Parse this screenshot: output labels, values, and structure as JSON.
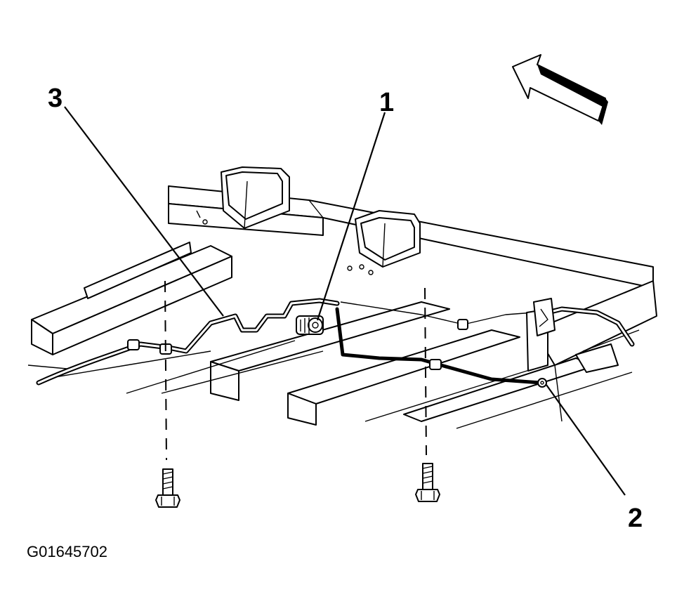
{
  "figure_id": "G01645702",
  "callouts": [
    {
      "label": "1"
    },
    {
      "label": "2"
    },
    {
      "label": "3"
    }
  ],
  "icons": {
    "direction_arrow": "front-direction-arrow-icon",
    "bolt": "bolt-icon"
  }
}
